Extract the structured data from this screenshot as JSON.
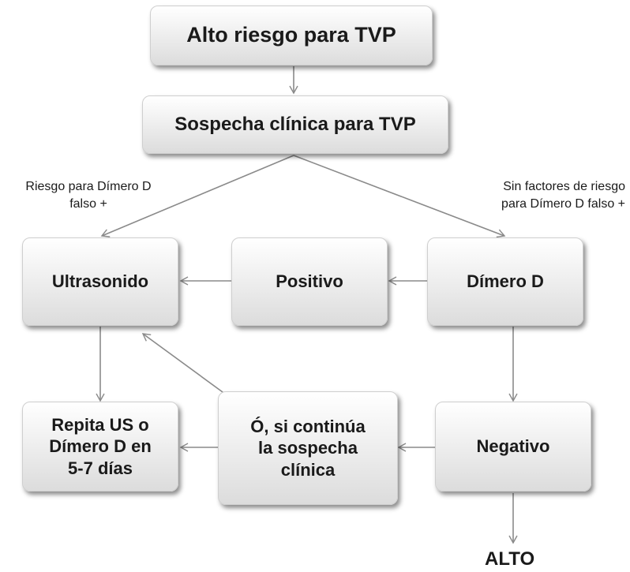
{
  "nodes": {
    "alto_riesgo": "Alto riesgo para TVP",
    "sospecha": "Sospecha clínica para TVP",
    "ultrasonido": "Ultrasonido",
    "positivo": "Positivo",
    "dimero": "Dímero D",
    "repita": "Repita US o\nDímero D en\n5-7 días",
    "continua": "Ó, si continúa\nla sospecha\nclínica",
    "negativo": "Negativo",
    "alto": "ALTO"
  },
  "labels": {
    "left": "Riesgo para Dímero D\nfalso +",
    "right": "Sin factores de riesgo\npara Dímero D falso +"
  },
  "colors": {
    "arrow": "#8a8a8a",
    "text": "#1a1a1a"
  }
}
